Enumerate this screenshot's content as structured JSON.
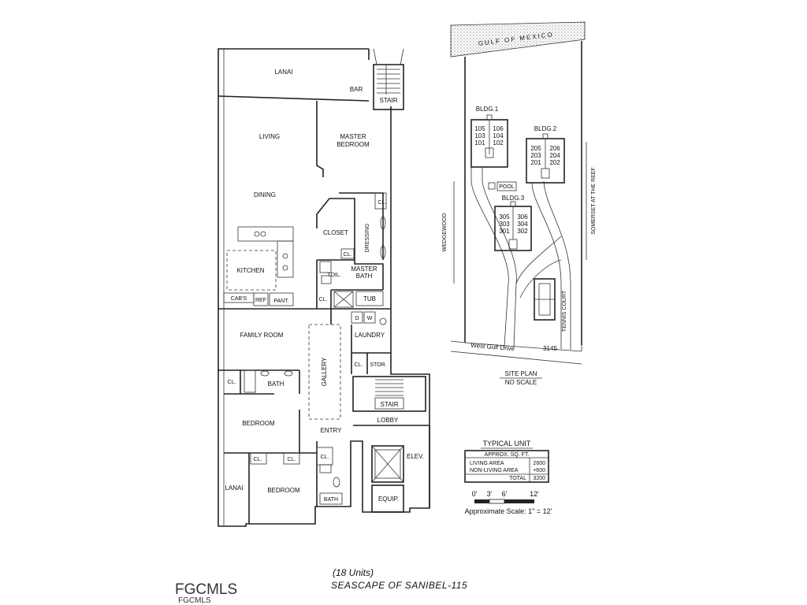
{
  "floorplan": {
    "rooms": {
      "lanai_top": "LANAI",
      "bar": "BAR",
      "stair_top": "STAIR",
      "living": "LIVING",
      "master_bedroom_1": "MASTER",
      "master_bedroom_2": "BEDROOM",
      "dining": "DINING",
      "closet": "CLOSET",
      "dressing": "DRESSING",
      "cl_dressing": "CL.",
      "cl_closet": "CL.",
      "kitchen": "KITCHEN",
      "toil": "TOIL.",
      "master_bath_1": "MASTER",
      "master_bath_2": "BATH",
      "cabs": "CAB'S",
      "ref": "REF",
      "pant": "PANT.",
      "cl_tub": "CL.",
      "tub": "TUB",
      "d": "D",
      "w": "W",
      "family_room": "FAMILY ROOM",
      "laundry": "LAUNDRY",
      "cl_laundry": "CL.",
      "stor": "STOR.",
      "gallery": "GALLERY",
      "cl_bath": "CL.",
      "bath": "BATH",
      "stair_mid": "STAIR",
      "lobby": "LOBBY",
      "bedroom_1": "BEDROOM",
      "entry": "ENTRY",
      "cl_bed_a": "CL.",
      "cl_bed_b": "CL.",
      "cl_entry": "CL.",
      "elev": "ELEV.",
      "lanai_bottom": "LANAI",
      "bedroom_2": "BEDROOM",
      "bath_small": "BATH",
      "equip": "EQUIP."
    }
  },
  "site_plan": {
    "gulf": "GULF OF MEXICO",
    "bldg1": {
      "name": "BLDG.1",
      "units": [
        "105",
        "103",
        "101",
        "106",
        "104",
        "102"
      ]
    },
    "bldg2": {
      "name": "BLDG.2",
      "units": [
        "205",
        "203",
        "201",
        "206",
        "204",
        "202"
      ]
    },
    "bldg3": {
      "name": "BLDG.3",
      "units": [
        "305",
        "303",
        "301",
        "306",
        "304",
        "302"
      ]
    },
    "pool": "POOL",
    "wedgewood": "WEDGEWOOD",
    "somerset": "SOMERSET AT THE REEF",
    "tennis": "TENNIS COURT",
    "road": "West Gulf Drive",
    "address": "3145",
    "caption_1": "SITE PLAN",
    "caption_2": "NO SCALE"
  },
  "typical_unit": {
    "heading": "TYPICAL UNIT",
    "col_header": "APPROX. SQ. FT.",
    "living_label": "LIVING AREA",
    "living_value": "2600",
    "nonliving_label": "NON-LIVING AREA",
    "nonliving_value": "+600",
    "total_label": "TOTAL",
    "total_value": "3200"
  },
  "scale": {
    "ticks": [
      "0'",
      "3'",
      "6'",
      "12'"
    ],
    "caption": "Approximate Scale: 1\" = 12'"
  },
  "title": {
    "units": "(18 Units)",
    "name": "SEASCAPE OF SANIBEL-115"
  },
  "watermark": {
    "big": "FGCMLS",
    "small": "FGCMLS"
  }
}
